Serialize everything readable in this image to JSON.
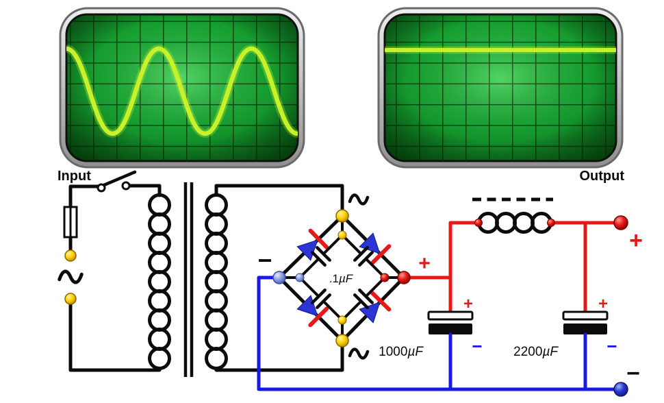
{
  "scopes": {
    "input_label": "Input",
    "output_label": "Output"
  },
  "labels": {
    "bridge_minus": "−",
    "bridge_plus": "+",
    "snubber": {
      "num": ".1",
      "unit": "µF"
    },
    "cap1": {
      "num": "1000",
      "unit": "µF"
    },
    "cap2": {
      "num": "2200",
      "unit": "µF"
    },
    "cap1_plus": "+",
    "cap1_minus": "−",
    "cap2_plus": "+",
    "cap2_minus": "−",
    "out_plus": "+",
    "out_minus": "−"
  },
  "colors": {
    "trace": "#c6f22b",
    "screen_green": "#17a232",
    "wire_black": "#0b0b0b",
    "wire_red": "#e81818",
    "wire_blue": "#1818e8",
    "node_yellow": "#ffd400",
    "node_light_blue": "#8f9fe0",
    "diode_blue": "#2a35d4"
  }
}
